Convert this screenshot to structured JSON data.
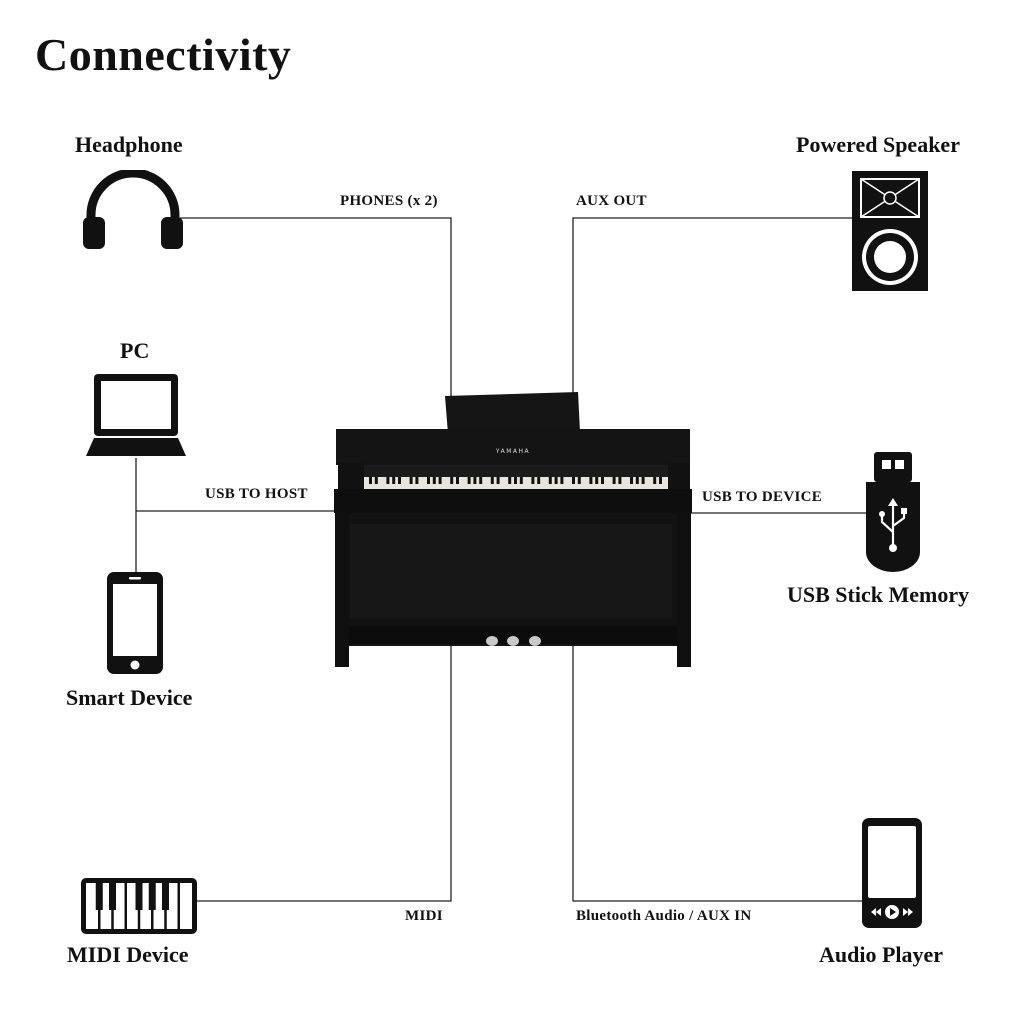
{
  "title": "Connectivity",
  "devices": {
    "headphone": "Headphone",
    "powered_speaker": "Powered Speaker",
    "pc": "PC",
    "smart_device": "Smart Device",
    "usb_stick": "USB Stick Memory",
    "midi_device": "MIDI Device",
    "audio_player": "Audio Player"
  },
  "ports": {
    "phones": "PHONES (x 2)",
    "aux_out": "AUX OUT",
    "usb_to_host": "USB TO HOST",
    "usb_to_device": "USB TO DEVICE",
    "midi": "MIDI",
    "bt_aux_in": "Bluetooth Audio / AUX IN"
  },
  "piano": {
    "brand": "YAMAHA",
    "color": "#111111"
  },
  "icons": [
    "headphone-icon",
    "speaker-icon",
    "laptop-icon",
    "smartphone-icon",
    "usb-stick-icon",
    "midi-keyboard-icon",
    "audio-player-icon"
  ]
}
